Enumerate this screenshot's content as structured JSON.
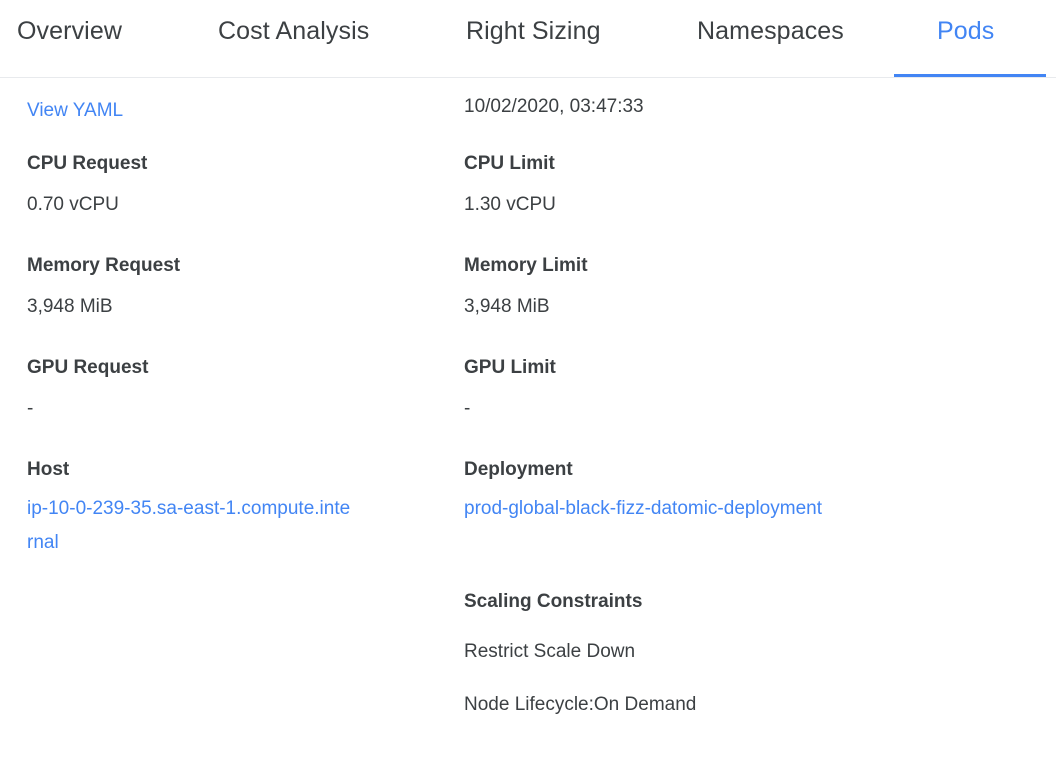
{
  "tabs": [
    {
      "label": "Overview",
      "active": false
    },
    {
      "label": "Cost Analysis",
      "active": false
    },
    {
      "label": "Right Sizing",
      "active": false
    },
    {
      "label": "Namespaces",
      "active": false
    },
    {
      "label": "Pods",
      "active": true
    }
  ],
  "colors": {
    "accent": "#4285f4",
    "text": "#3c4043",
    "border": "#e8eaed",
    "background": "#ffffff"
  },
  "left_column": {
    "view_yaml_link": "View YAML",
    "cpu_request": {
      "label": "CPU Request",
      "value": "0.70 vCPU"
    },
    "memory_request": {
      "label": "Memory Request",
      "value": "3,948 MiB"
    },
    "gpu_request": {
      "label": "GPU Request",
      "value": "-"
    },
    "host": {
      "label": "Host",
      "value": "ip-10-0-239-35.sa-east-1.compute.internal"
    }
  },
  "right_column": {
    "timestamp": "10/02/2020, 03:47:33",
    "cpu_limit": {
      "label": "CPU Limit",
      "value": "1.30 vCPU"
    },
    "memory_limit": {
      "label": "Memory Limit",
      "value": "3,948 MiB"
    },
    "gpu_limit": {
      "label": "GPU Limit",
      "value": "-"
    },
    "deployment": {
      "label": "Deployment",
      "value": "prod-global-black-fizz-datomic-deployment"
    },
    "scaling_constraints": {
      "label": "Scaling Constraints",
      "items": [
        "Restrict Scale Down",
        "Node Lifecycle:On Demand"
      ]
    }
  }
}
